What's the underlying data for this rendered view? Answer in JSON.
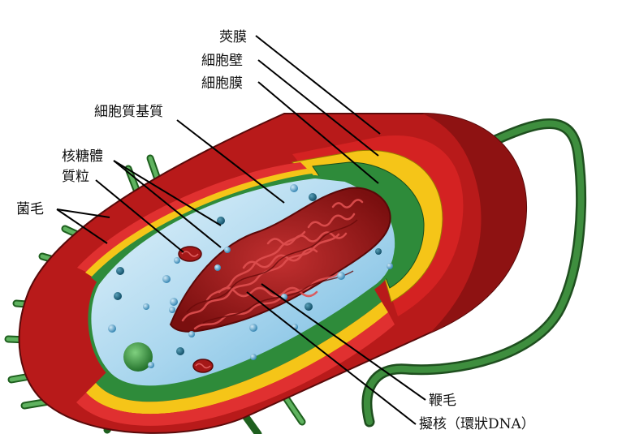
{
  "labels": {
    "capsule": "莢膜",
    "cell_wall": "細胞壁",
    "cell_membrane": "細胞膜",
    "cytoplasm": "細胞質基質",
    "ribosome": "核糖體",
    "plasmid": "質粒",
    "pili": "菌毛",
    "flagellum": "鞭毛",
    "nucleoid": "擬核（環狀DNA）"
  },
  "colors": {
    "capsule": "#c41e1e",
    "capsule_dark": "#8e1212",
    "cell_wall": "#f5c518",
    "cell_membrane": "#2e8b3a",
    "cytoplasm": "#b9dff3",
    "dna": "#a51818",
    "pili": "#3a8f3a",
    "flagellum": "#2f6e2f"
  }
}
